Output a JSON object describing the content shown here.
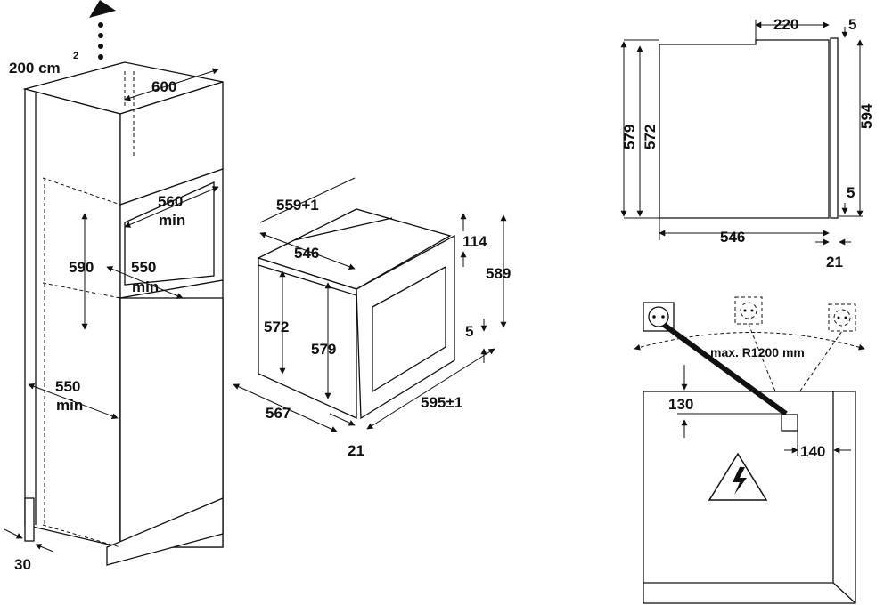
{
  "tall_cabinet": {
    "vent_area": "200 cm",
    "vent_area_sup": "2",
    "width": "600",
    "niche_depth": "560",
    "niche_depth_min": "min",
    "niche_height": "590",
    "niche_width": "550",
    "niche_width_min": "min",
    "cabinet_depth": "550",
    "cabinet_depth_min": "min",
    "rear_gap": "30"
  },
  "oven_3d": {
    "top_width": "559+1",
    "inner_width": "546",
    "panel_height": "114",
    "total_height": "589",
    "body_height": "572",
    "niche_height": "579",
    "bottom_gap": "5",
    "depth": "567",
    "front_width": "595±1",
    "front_thickness": "21"
  },
  "side_view": {
    "top_depth": "220",
    "top_gap": "5",
    "height_outer": "579",
    "height_inner": "572",
    "front_height": "594",
    "bottom_gap": "5",
    "depth": "546",
    "front_thickness": "21"
  },
  "socket_view": {
    "radius_label": "max. R1200 mm",
    "top_offset": "130",
    "side_offset": "140"
  }
}
